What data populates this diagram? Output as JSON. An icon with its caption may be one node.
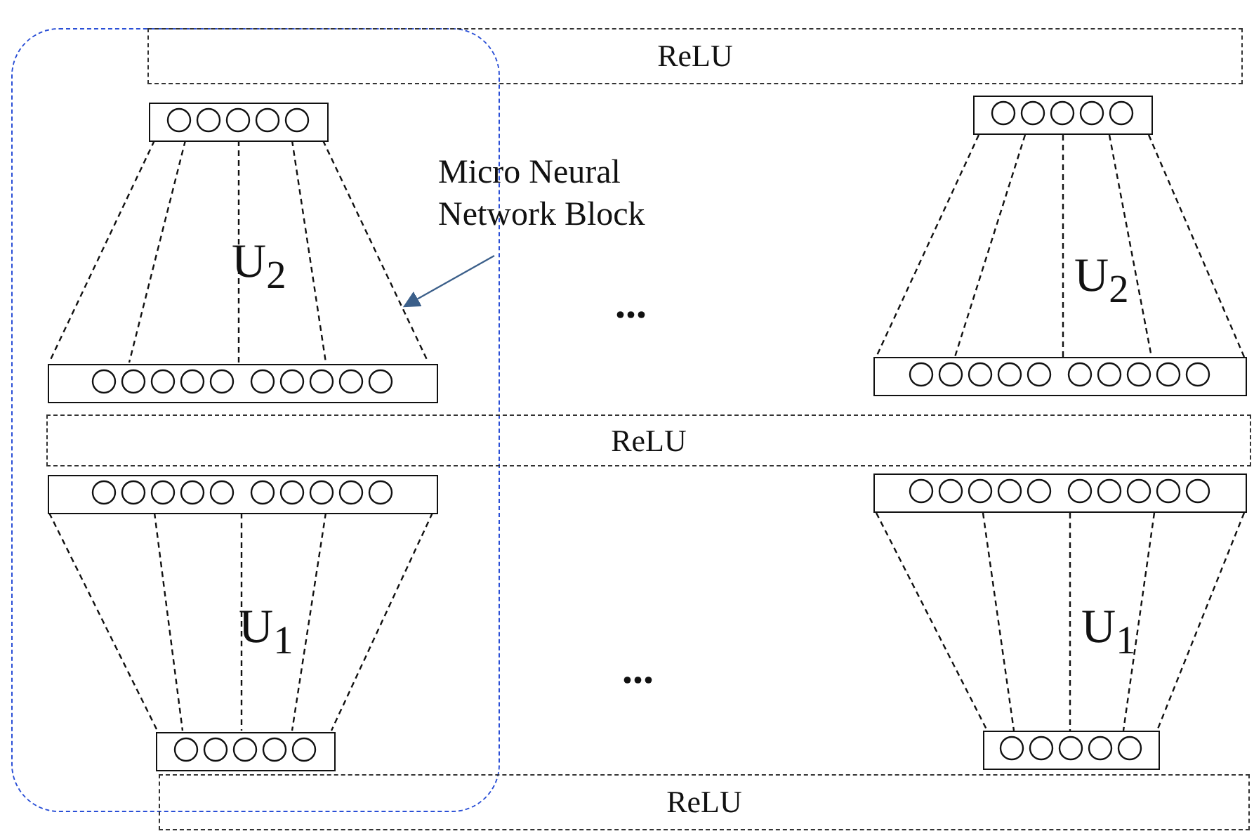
{
  "diagram": {
    "nodes": [
      {
        "text": [],
        "shape": "box"
      },
      {
        "text": [
          "ReLU"
        ]
      },
      {
        "text": [],
        "shape": "bar",
        "in": 0
      },
      {
        "text": [],
        "shape": "bar"
      },
      {
        "text": [
          "Micro Neural Network Block"
        ]
      },
      {
        "text": [],
        "shape": "bar",
        "in": 0
      },
      {
        "text": [],
        "shape": "bar"
      },
      {
        "text": [
          "ReLU"
        ]
      },
      {
        "text": [],
        "shape": "bar",
        "in": 0
      },
      {
        "text": [],
        "shape": "bar"
      },
      {
        "text": [],
        "shape": "bar",
        "in": 0
      },
      {
        "text": [],
        "shape": "bar"
      },
      {
        "text": [
          "ReLU"
        ]
      }
    ],
    "edges": [
      {
        "from": 2,
        "to": 5,
        "arrow": "none",
        "style": "dashed"
      },
      {
        "from": 2,
        "to": 5,
        "arrow": "none",
        "style": "dashed"
      },
      {
        "from": 2,
        "to": 5,
        "arrow": "none",
        "style": "dashed"
      },
      {
        "from": 2,
        "to": 5,
        "arrow": "none",
        "style": "dashed"
      },
      {
        "from": 2,
        "to": 5,
        "arrow": "none",
        "style": "dashed"
      },
      {
        "from": 3,
        "to": 6,
        "arrow": "none",
        "style": "dashed"
      },
      {
        "from": 3,
        "to": 6,
        "arrow": "none",
        "style": "dashed"
      },
      {
        "from": 3,
        "to": 6,
        "arrow": "none",
        "style": "dashed"
      },
      {
        "from": 3,
        "to": 6,
        "arrow": "none",
        "style": "dashed"
      },
      {
        "from": 3,
        "to": 6,
        "arrow": "none",
        "style": "dashed"
      },
      {
        "from": 8,
        "to": 10,
        "arrow": "none",
        "style": "dashed"
      },
      {
        "from": 8,
        "to": 10,
        "arrow": "none",
        "style": "dashed"
      },
      {
        "from": 8,
        "to": 10,
        "arrow": "none",
        "style": "dashed"
      },
      {
        "from": 8,
        "to": 10,
        "arrow": "none",
        "style": "dashed"
      },
      {
        "from": 8,
        "to": 10,
        "arrow": "none",
        "style": "dashed"
      },
      {
        "from": 9,
        "to": 11,
        "arrow": "none",
        "style": "dashed"
      },
      {
        "from": 9,
        "to": 11,
        "arrow": "none",
        "style": "dashed"
      },
      {
        "from": 9,
        "to": 11,
        "arrow": "none",
        "style": "dashed"
      },
      {
        "from": 9,
        "to": 11,
        "arrow": "none",
        "style": "dashed"
      },
      {
        "from": 9,
        "to": 11,
        "arrow": "none",
        "style": "dashed"
      },
      {
        "from": 4,
        "to": 0,
        "arrow": "to",
        "color": "#3b5f8a"
      }
    ],
    "labels": [
      "U$_{2}$",
      "...",
      "U$_{2}$",
      "U$_{1}$",
      "...",
      "U$_{1}$"
    ]
  }
}
